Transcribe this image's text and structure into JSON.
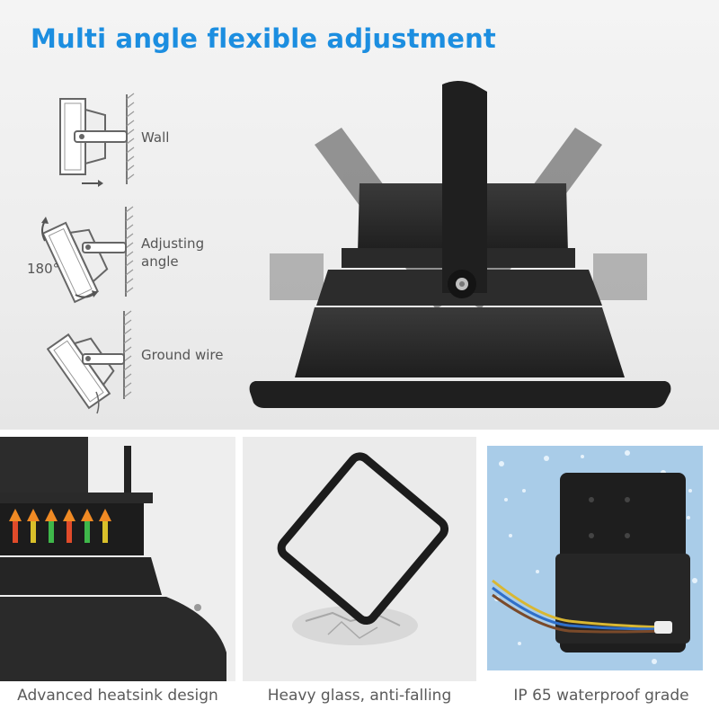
{
  "header": {
    "title": "Multi angle flexible adjustment"
  },
  "diagrams": {
    "wall": {
      "label": "Wall"
    },
    "adjusting": {
      "label_line1": "Adjusting",
      "label_line2": "angle",
      "degree": "180°"
    },
    "ground": {
      "label": "Ground wire"
    }
  },
  "features": [
    {
      "caption": "Advanced heatsink design"
    },
    {
      "caption": "Heavy glass, anti-falling"
    },
    {
      "caption": "IP 65 waterproof grade"
    }
  ],
  "colors": {
    "title": "#1c8ee0",
    "caption": "#5a5a5a",
    "housing": "#2b2b2b",
    "water": "#9cc6e8"
  }
}
